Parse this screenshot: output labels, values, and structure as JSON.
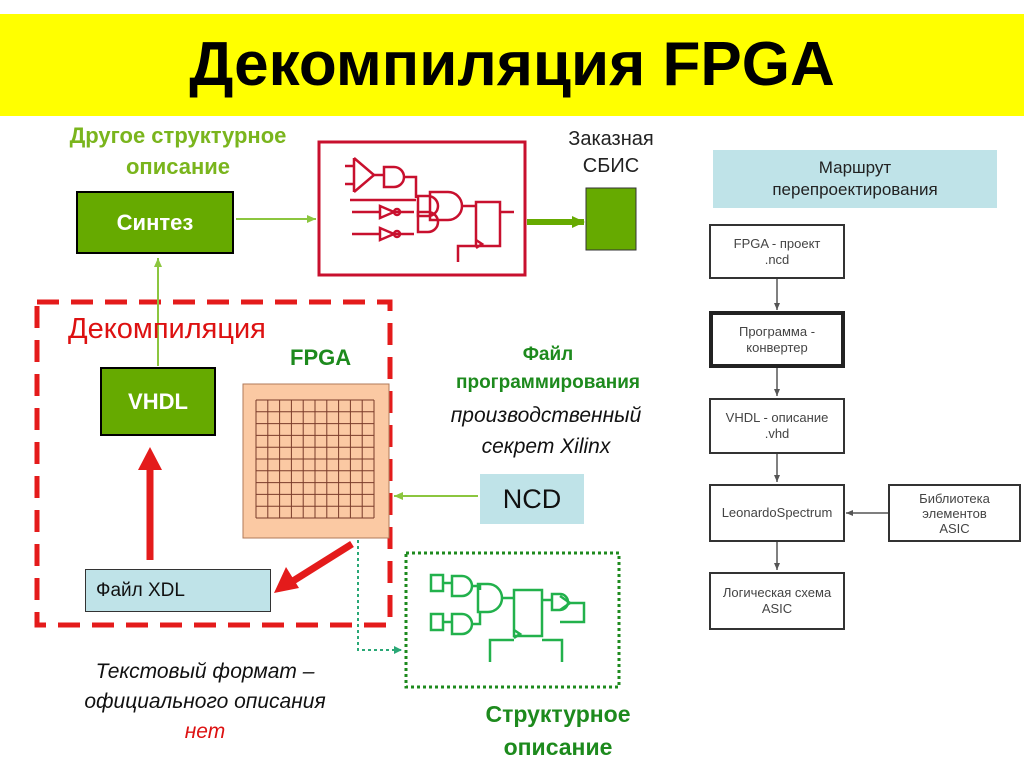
{
  "title": "Декомпиляция FPGA",
  "other_struct": [
    "Другое структурное",
    "описание"
  ],
  "synthesis": "Синтез",
  "asic_custom": [
    "Заказная",
    "СБИС"
  ],
  "decompilation": "Декомпиляция",
  "fpga": "FPGA",
  "vhdl": "VHDL",
  "programming_file": [
    "Файл",
    "программирования"
  ],
  "trade_secret": [
    "производственный",
    "секрет Xilinx"
  ],
  "ncd": "NCD",
  "xdl_file": "Файл XDL",
  "text_format": [
    "Текстовый формат –",
    "официального описания",
    "нет"
  ],
  "structural_description": [
    "Структурное",
    "описание"
  ],
  "flow": {
    "header": [
      "Маршрут",
      "перепроектирования"
    ],
    "steps": [
      [
        "FPGA - проект",
        ".ncd"
      ],
      [
        "Программа -",
        "конвертер"
      ],
      [
        "VHDL - описание",
        ".vhd"
      ],
      [
        "LeonardoSpectrum"
      ],
      [
        "Логическая схема",
        "ASIC"
      ]
    ],
    "library": [
      "Библиотека",
      "элементов",
      "ASIC"
    ]
  },
  "colors": {
    "title_bg": "#ffff00",
    "green_box": "#66aa00",
    "green_text": "#7ab51d",
    "dark_green": "#1d8a1d",
    "red": "#dd1111",
    "dark_red": "#c8102e",
    "light_blue": "#bfe3e8",
    "fpga_peach": "#fbc9a3"
  },
  "icons": [
    "logic-gates-schematic",
    "fpga-grid"
  ]
}
